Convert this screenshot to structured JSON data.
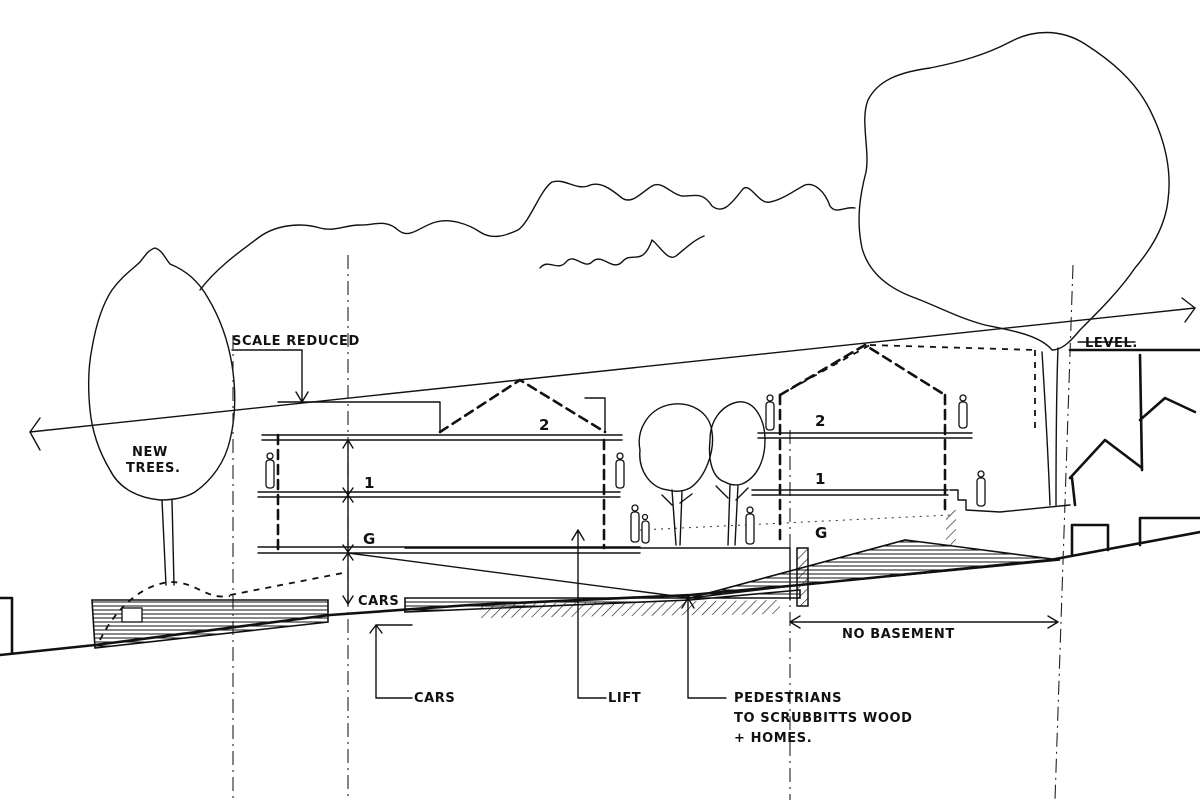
{
  "labels": {
    "scale_reduced": "SCALE REDUCED",
    "level": "LEVEL.",
    "new_trees_line1": "NEW",
    "new_trees_line2": "TREES.",
    "level_2_left": "2",
    "level_1_left": "1",
    "level_g_left": "G",
    "level_2_right": "2",
    "level_1_right": "1",
    "level_g_right": "G",
    "cars_parking": "CARS",
    "no_basement": "NO BASEMENT",
    "cars_access": "CARS",
    "lift": "LIFT",
    "pedestrians_line1": "PEDESTRIANS",
    "pedestrians_line2": "TO SCRUBBITTS WOOD",
    "pedestrians_line3": "+ HOMES."
  }
}
